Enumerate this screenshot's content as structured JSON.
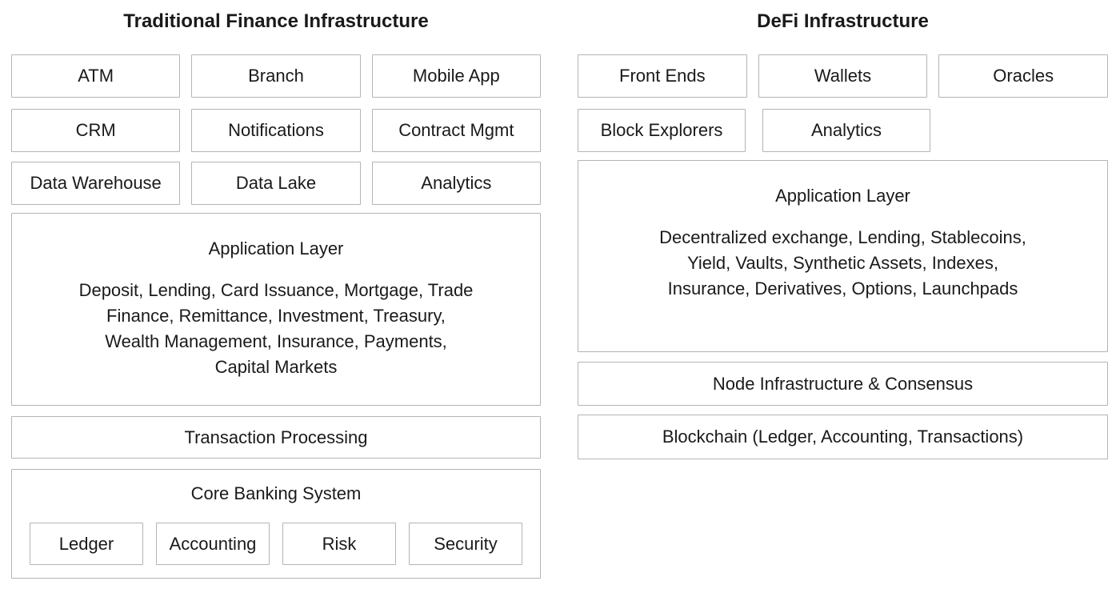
{
  "tradfi": {
    "title": "Traditional Finance Infrastructure",
    "row1": [
      "ATM",
      "Branch",
      "Mobile App"
    ],
    "row2": [
      "CRM",
      "Notifications",
      "Contract Mgmt"
    ],
    "row3": [
      "Data Warehouse",
      "Data Lake",
      "Analytics"
    ],
    "application_layer": {
      "title": "Application Layer",
      "lines": [
        "Deposit, Lending, Card Issuance, Mortgage, Trade",
        "Finance, Remittance, Investment, Treasury,",
        "Wealth Management, Insurance, Payments,",
        "Capital Markets"
      ]
    },
    "transaction_processing": "Transaction Processing",
    "core_banking": {
      "title": "Core Banking System",
      "items": [
        "Ledger",
        "Accounting",
        "Risk",
        "Security"
      ]
    }
  },
  "defi": {
    "title": "DeFi Infrastructure",
    "row1": [
      "Front Ends",
      "Wallets",
      "Oracles"
    ],
    "row2": [
      "Block Explorers",
      "Analytics"
    ],
    "application_layer": {
      "title": "Application Layer",
      "lines": [
        "Decentralized exchange, Lending, Stablecoins,",
        "Yield, Vaults, Synthetic Assets, Indexes,",
        "Insurance, Derivatives, Options, Launchpads"
      ]
    },
    "node_infrastructure": "Node Infrastructure & Consensus",
    "blockchain": "Blockchain (Ledger, Accounting, Transactions)"
  },
  "colors": {
    "border": "#b4b4b4",
    "text": "#1a1a1a",
    "bg": "#ffffff"
  }
}
